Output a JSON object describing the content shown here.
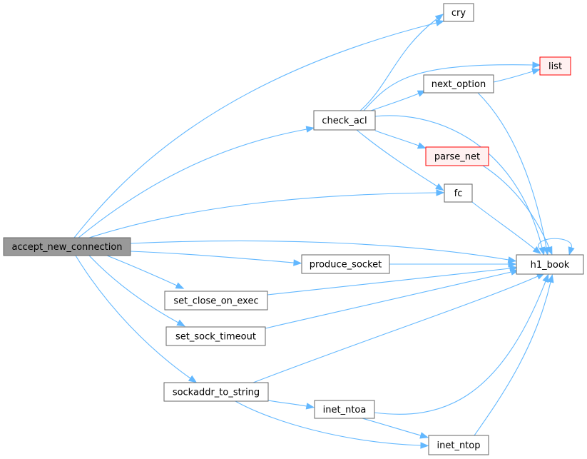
{
  "graph": {
    "nodes": {
      "accept_new_connection": {
        "label": "accept_new_connection",
        "style": "root"
      },
      "cry": {
        "label": "cry",
        "style": "normal"
      },
      "list": {
        "label": "list",
        "style": "warn"
      },
      "next_option": {
        "label": "next_option",
        "style": "normal"
      },
      "check_acl": {
        "label": "check_acl",
        "style": "normal"
      },
      "parse_net": {
        "label": "parse_net",
        "style": "warn"
      },
      "fc": {
        "label": "fc",
        "style": "normal"
      },
      "h1_book": {
        "label": "h1_book",
        "style": "normal"
      },
      "produce_socket": {
        "label": "produce_socket",
        "style": "normal"
      },
      "set_close_on_exec": {
        "label": "set_close_on_exec",
        "style": "normal"
      },
      "set_sock_timeout": {
        "label": "set_sock_timeout",
        "style": "normal"
      },
      "sockaddr_to_string": {
        "label": "sockaddr_to_string",
        "style": "normal"
      },
      "inet_ntoa": {
        "label": "inet_ntoa",
        "style": "normal"
      },
      "inet_ntop": {
        "label": "inet_ntop",
        "style": "normal"
      }
    },
    "edges": [
      [
        "accept_new_connection",
        "cry"
      ],
      [
        "accept_new_connection",
        "check_acl"
      ],
      [
        "accept_new_connection",
        "fc"
      ],
      [
        "accept_new_connection",
        "h1_book"
      ],
      [
        "accept_new_connection",
        "produce_socket"
      ],
      [
        "accept_new_connection",
        "set_close_on_exec"
      ],
      [
        "accept_new_connection",
        "set_sock_timeout"
      ],
      [
        "accept_new_connection",
        "sockaddr_to_string"
      ],
      [
        "check_acl",
        "cry"
      ],
      [
        "check_acl",
        "list"
      ],
      [
        "check_acl",
        "next_option"
      ],
      [
        "check_acl",
        "h1_book"
      ],
      [
        "check_acl",
        "parse_net"
      ],
      [
        "check_acl",
        "fc"
      ],
      [
        "next_option",
        "list"
      ],
      [
        "next_option",
        "h1_book"
      ],
      [
        "parse_net",
        "h1_book"
      ],
      [
        "fc",
        "h1_book"
      ],
      [
        "h1_book",
        "h1_book"
      ],
      [
        "produce_socket",
        "h1_book"
      ],
      [
        "set_close_on_exec",
        "h1_book"
      ],
      [
        "set_sock_timeout",
        "h1_book"
      ],
      [
        "sockaddr_to_string",
        "h1_book"
      ],
      [
        "sockaddr_to_string",
        "inet_ntoa"
      ],
      [
        "sockaddr_to_string",
        "inet_ntop"
      ],
      [
        "inet_ntoa",
        "h1_book"
      ],
      [
        "inet_ntoa",
        "inet_ntop"
      ],
      [
        "inet_ntop",
        "h1_book"
      ]
    ]
  }
}
